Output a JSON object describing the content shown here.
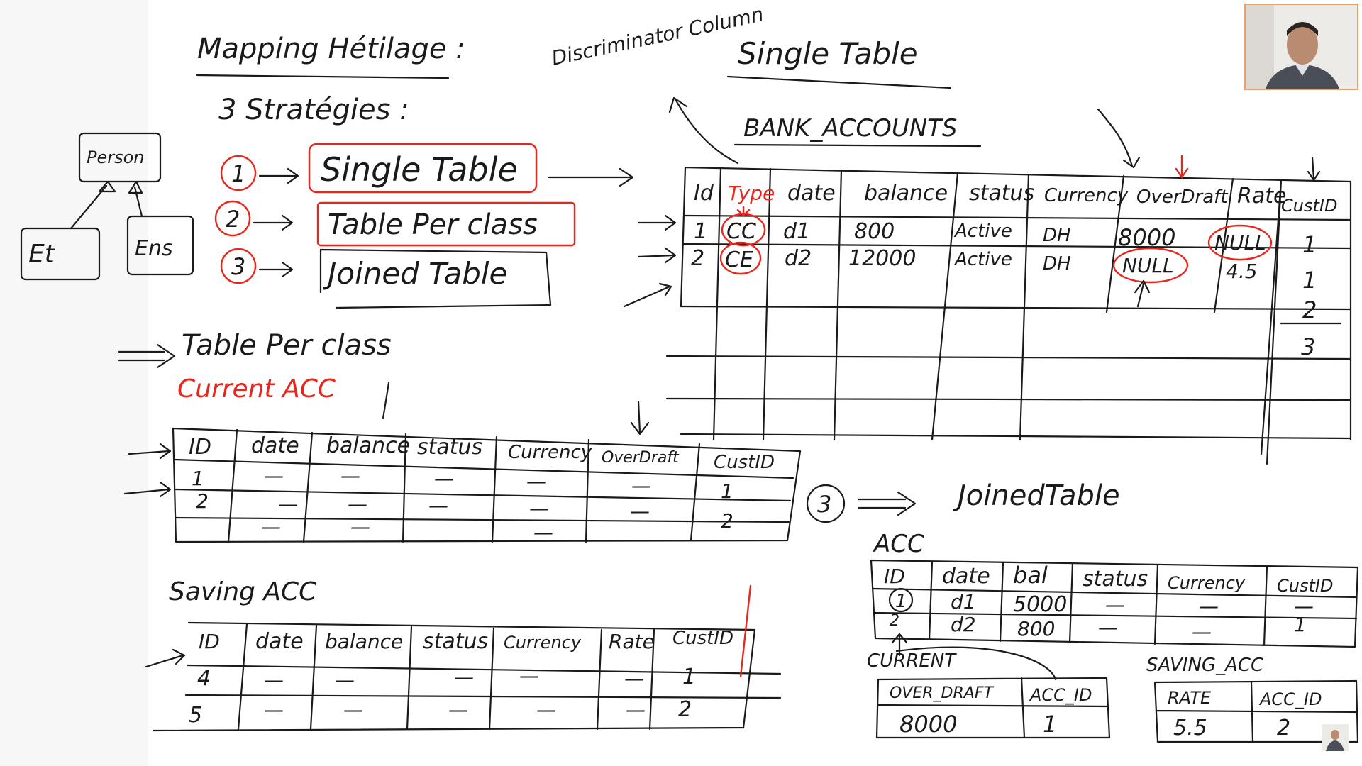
{
  "title": {
    "text": "Mapping Hétilage :",
    "subtitle": "3 Stratégies :"
  },
  "uml": {
    "parent": "Person",
    "child_left": "Et",
    "child_right": "Ens"
  },
  "strategies": [
    {
      "num": "1",
      "label": "Single Table"
    },
    {
      "num": "2",
      "label": "Table Per class"
    },
    {
      "num": "3",
      "label": "Joined Table"
    }
  ],
  "single_table": {
    "discriminator_note": "Discriminator Column",
    "heading": "Single Table",
    "table_name": "BANK_ACCOUNTS",
    "columns": [
      "Id",
      "Type",
      "date",
      "balance",
      "status",
      "Currency",
      "OverDraft",
      "Rate",
      "CustID"
    ],
    "rows": [
      [
        "1",
        "CC",
        "d1",
        "800",
        "Active",
        "DH",
        "8000",
        "NULL",
        "1"
      ],
      [
        "2",
        "CE",
        "d2",
        "12000",
        "Active",
        "DH",
        "NULL",
        "4.5",
        "1"
      ]
    ],
    "extra_cust_ids": [
      "2",
      "3"
    ]
  },
  "per_class": {
    "heading": "Table Per class",
    "current_label": "Current ACC",
    "current": {
      "columns": [
        "ID",
        "date",
        "balance",
        "status",
        "Currency",
        "OverDraft",
        "CustID"
      ],
      "rows": [
        [
          "1",
          "—",
          "—",
          "—",
          "—",
          "—",
          ""
        ],
        [
          "2",
          "—",
          "—",
          "—",
          "—",
          "—",
          "1"
        ],
        [
          "",
          "—",
          "—",
          "",
          "—",
          "",
          "2"
        ]
      ]
    },
    "saving_label": "Saving ACC",
    "saving": {
      "columns": [
        "ID",
        "date",
        "balance",
        "status",
        "Currency",
        "Rate",
        "CustID"
      ],
      "rows": [
        [
          "4",
          "—",
          "—",
          "—",
          "—",
          "—",
          "1"
        ],
        [
          "5",
          "—",
          "—",
          "—",
          "—",
          "—",
          "2"
        ]
      ]
    }
  },
  "joined": {
    "num": "3",
    "heading": "JoinedTable",
    "acc_label": "ACC",
    "acc": {
      "columns": [
        "ID",
        "date",
        "bal",
        "status",
        "Currency",
        "CustID"
      ],
      "rows": [
        [
          "1",
          "d1",
          "5000",
          "—",
          "—",
          "—"
        ],
        [
          "2",
          "d2",
          "800",
          "—",
          "—",
          "1"
        ]
      ]
    },
    "current_label": "CURRENT",
    "current": {
      "columns": [
        "OVER_DRAFT",
        "ACC_ID"
      ],
      "rows": [
        [
          "8000",
          "1"
        ]
      ]
    },
    "saving_label": "SAVING_ACC",
    "saving": {
      "columns": [
        "RATE",
        "ACC_ID"
      ],
      "rows": [
        [
          "5.5",
          "2"
        ]
      ]
    }
  },
  "colors": {
    "ink": "#1a1a1a",
    "highlight": "#e8261c",
    "webcam_border": "#e9a06a"
  }
}
